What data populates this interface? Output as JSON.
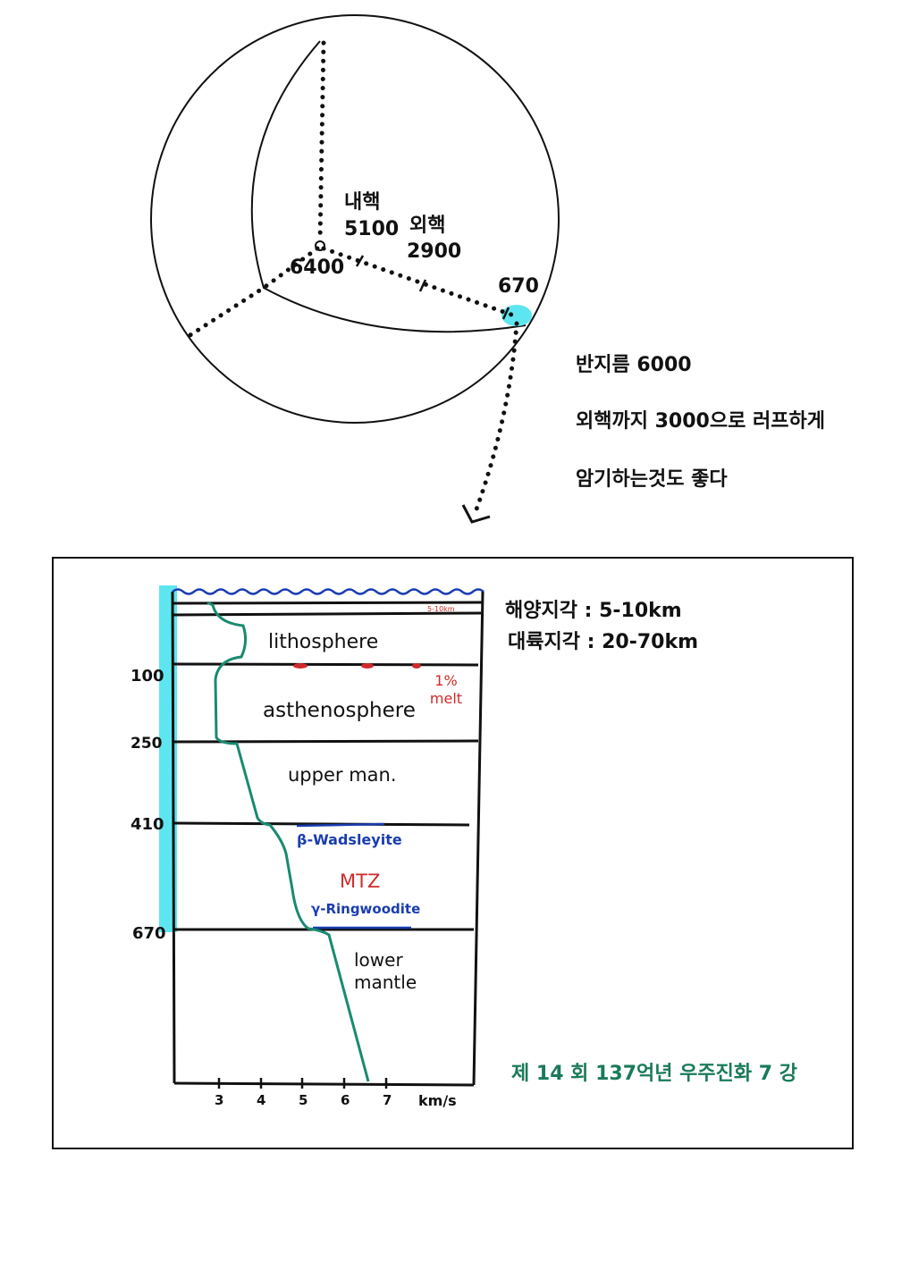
{
  "earth_diagram": {
    "labels": {
      "inner_core_name": "내핵",
      "inner_core_value": "5100",
      "outer_core_name": "외핵",
      "outer_core_value": "2900",
      "radius_value": "6400",
      "mantle_boundary": "670"
    },
    "highlight_color": "#5ee6f0"
  },
  "notes": [
    "반지름 6000",
    "외핵까지 3000으로 러프하게",
    "암기하는것도 좋다"
  ],
  "profile": {
    "crust_notes": [
      "해양지각 : 5-10km",
      "대륙지각 :  20-70km"
    ],
    "small_label": "5-10km",
    "layers": [
      "lithosphere",
      "asthenosphere",
      "upper man.",
      "MTZ",
      "lower mantle"
    ],
    "melt_label": "1% melt",
    "minerals": [
      "β-Wadsleyite",
      "γ-Ringwoodite"
    ],
    "depth_ticks": [
      "100",
      "250",
      "410",
      "670"
    ],
    "velocity_ticks": [
      "3",
      "4",
      "5",
      "6",
      "7"
    ],
    "velocity_unit": "km/s",
    "colors": {
      "curve": "#1a8a70",
      "surface": "#1a3db0",
      "mineral": "#1a3db0",
      "red": "#d02a2a",
      "cyan": "#5ee6f0"
    }
  },
  "footer": "제 14 회 137억년 우주진화 7 강"
}
